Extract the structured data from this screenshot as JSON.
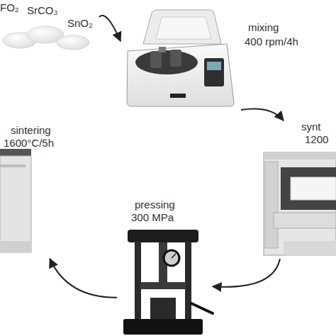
{
  "diagram": {
    "nodes": [
      {
        "text": [
          "FO₂",
          "SrCO₃",
          "SnO₂"
        ]
      },
      {
        "text": [
          "mixing",
          "400 rpm/4h"
        ]
      },
      {
        "text": [
          "synt",
          "1200"
        ]
      },
      {
        "text": [
          "pressing",
          "300 MPa"
        ]
      },
      {
        "text": [
          "sintering",
          "1600°C/5h"
        ]
      }
    ],
    "edges": [
      {
        "from": 0,
        "to": 1,
        "arrow": "to"
      },
      {
        "from": 1,
        "to": 2,
        "arrow": "to"
      },
      {
        "from": 2,
        "to": 3,
        "arrow": "to"
      },
      {
        "from": 3,
        "to": 4,
        "arrow": "to"
      }
    ]
  }
}
